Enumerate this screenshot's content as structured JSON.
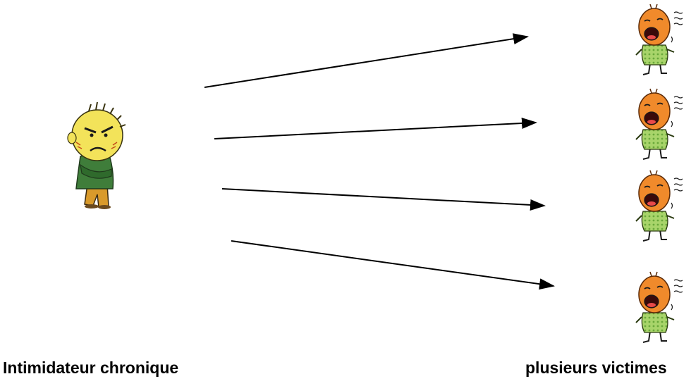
{
  "labels": {
    "bully": "Intimidateur chronique",
    "victims": "plusieurs victimes"
  },
  "figures": {
    "bully": {
      "icon": "angry-boy-icon",
      "description": "chronic bully"
    },
    "victims": [
      {
        "icon": "crying-child-icon"
      },
      {
        "icon": "crying-child-icon"
      },
      {
        "icon": "crying-child-icon"
      },
      {
        "icon": "crying-child-icon"
      }
    ]
  },
  "colors": {
    "arrow": "#000000",
    "bully_skin": "#f3e35a",
    "bully_shirt": "#3f7d3a",
    "bully_pants": "#d99a2b",
    "victim_skin": "#f08a2b",
    "victim_shirt": "#a8d46a",
    "text": "#000000"
  }
}
